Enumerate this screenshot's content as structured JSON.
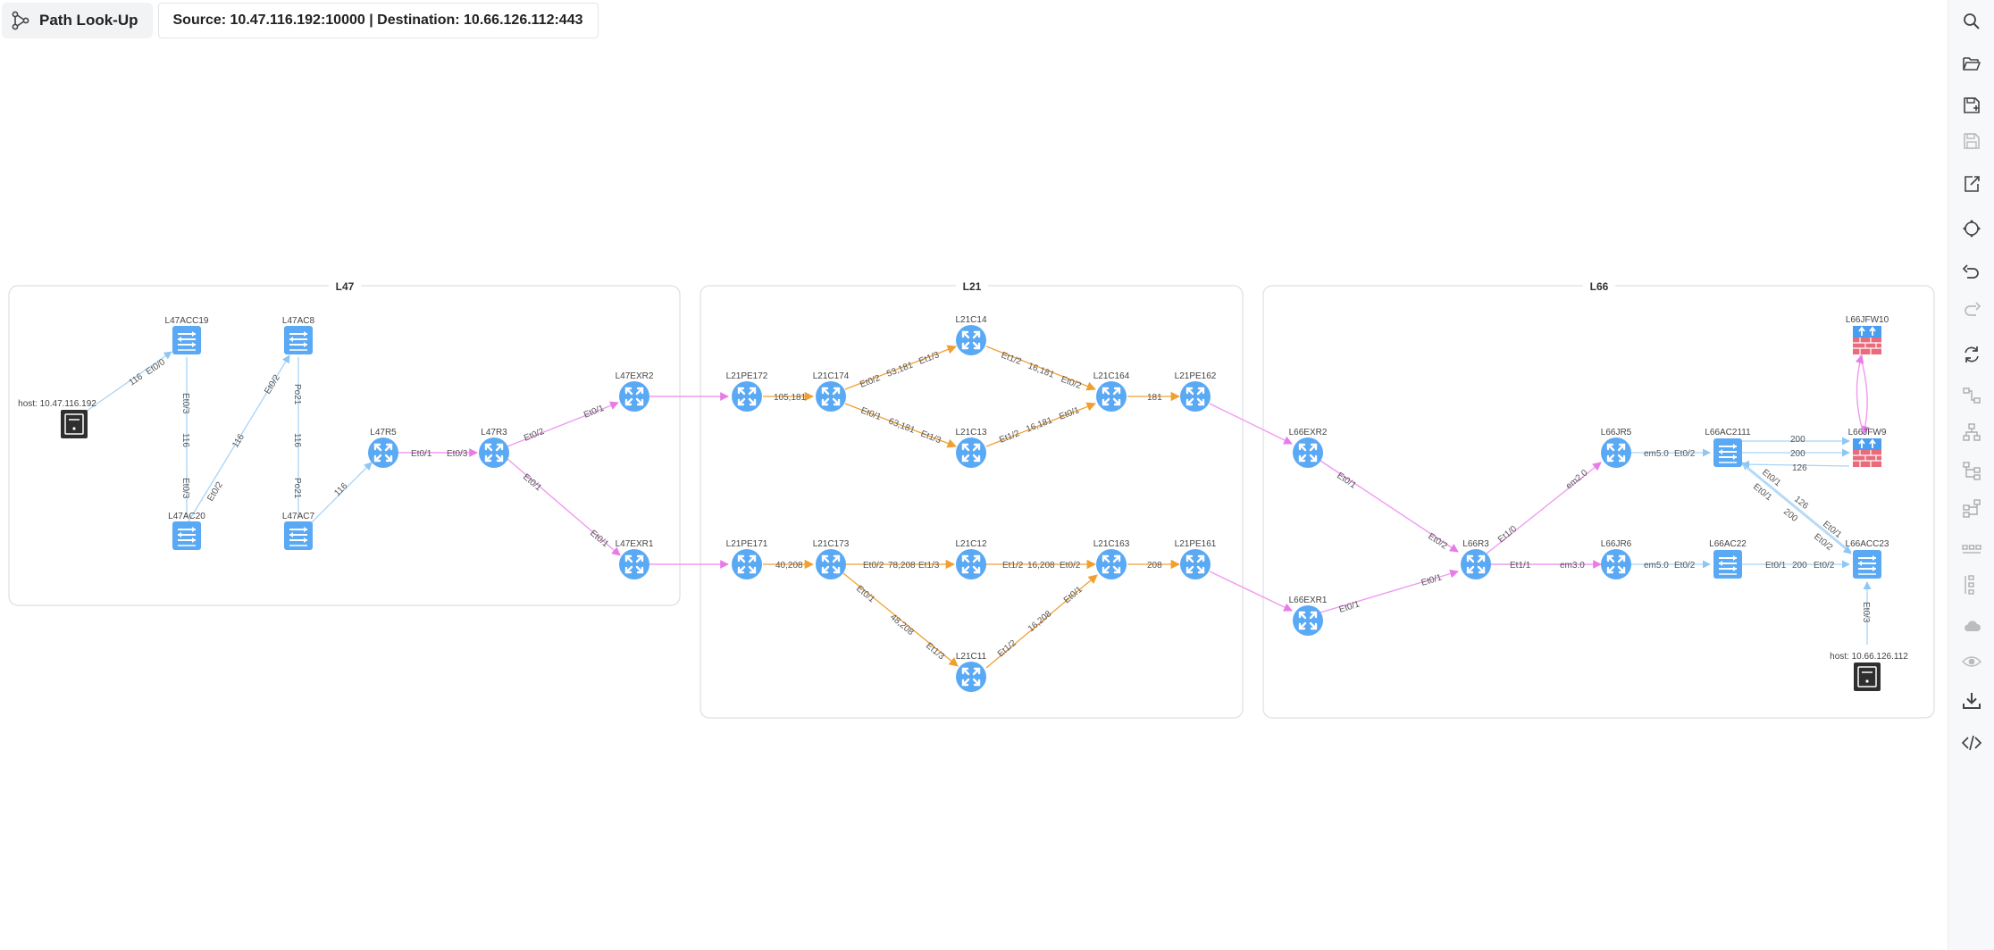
{
  "app": {
    "title": "Path Look-Up"
  },
  "path": {
    "summary": "Source: 10.47.116.192:10000 | Destination: 10.66.126.112:443"
  },
  "groups": [
    {
      "id": "L47",
      "label": "L47"
    },
    {
      "id": "L21",
      "label": "L21"
    },
    {
      "id": "L66",
      "label": "L66"
    }
  ],
  "nodes": {
    "L47ACC19": "L47ACC19",
    "L47AC8": "L47AC8",
    "host_src": "host: 10.47.116.192",
    "L47AC20": "L47AC20",
    "L47AC7": "L47AC7",
    "L47R5": "L47R5",
    "L47R3": "L47R3",
    "L47EXR2": "L47EXR2",
    "L47EXR1": "L47EXR1",
    "L21PE172": "L21PE172",
    "L21C174": "L21C174",
    "L21C14": "L21C14",
    "L21C13": "L21C13",
    "L21C164": "L21C164",
    "L21PE162": "L21PE162",
    "L21PE171": "L21PE171",
    "L21C173": "L21C173",
    "L21C12": "L21C12",
    "L21C163": "L21C163",
    "L21PE161": "L21PE161",
    "L21C11": "L21C11",
    "L66EXR2": "L66EXR2",
    "L66EXR1": "L66EXR1",
    "L66R3": "L66R3",
    "L66JR5": "L66JR5",
    "L66JR6": "L66JR6",
    "L66AC2111": "L66AC2111",
    "L66AC22": "L66AC22",
    "L66JFW10": "L66JFW10",
    "L66JFW9": "L66JFW9",
    "L66ACC23": "L66ACC23",
    "host_dst": "host: 10.66.126.112"
  },
  "edge_labels": {
    "e1a": "116",
    "e1b": "Et0/0",
    "e2a": "Et0/3",
    "e2b": "116",
    "e2c": "Et0/3",
    "e3a": "Et0/2",
    "e3b": "116",
    "e3c": "Et0/2",
    "e4a": "Po21",
    "e4b": "116",
    "e4c": "Po21",
    "e5": "116",
    "e6a": "Et0/1",
    "e6b": "Et0/3",
    "e7a": "Et0/2",
    "e7b": "Et0/1",
    "e8a": "Et0/1",
    "e8b": "Et0/1",
    "e9": "105,181",
    "e10a": "Et0/2",
    "e10b": "53,181",
    "e10c": "Et1/3",
    "e11a": "Et0/1",
    "e11b": "63,181",
    "e11c": "Et1/3",
    "e12a": "Et1/2",
    "e12b": "16,181",
    "e12c": "Et0/2",
    "e13a": "Et1/2",
    "e13b": "16,181",
    "e13c": "Et0/1",
    "e14": "181",
    "e15": "40,208",
    "e16a": "Et0/2",
    "e16b": "78,208",
    "e16c": "Et1/3",
    "e17a": "Et0/1",
    "e17b": "48,208",
    "e17c": "Et1/3",
    "e18a": "Et1/2",
    "e18b": "16,208",
    "e18c": "Et0/2",
    "e19a": "Et1/2",
    "e19b": "16,208",
    "e19c": "Et0/1",
    "e20": "208",
    "e21a": "Et0/1",
    "e21b": "Et0/2",
    "e22a": "Et0/1",
    "e22b": "Et0/1",
    "e23a": "Et1/0",
    "e23b": "em2.0",
    "e24a": "Et1/1",
    "e24b": "em3.0",
    "e25a": "em5.0",
    "e25b": "Et0/2",
    "e26a": "em5.0",
    "e26b": "Et0/2",
    "e27a": "200",
    "e27b": "200",
    "e27c": "126",
    "e28a": "Et0/1",
    "e28b": "200",
    "e28c": "Et0/2",
    "e29a": "Et0/1",
    "e29b": "200",
    "e29c": "Et0/2",
    "e30a": "Et0/1",
    "e30b": "126",
    "e30c": "Et0/1",
    "e31": "Et0/3"
  },
  "colors": {
    "router": "#5aa9f5",
    "switch": "#5aa9f5",
    "firewall_top": "#4a9ef0",
    "firewall_brick": "#e96b7c",
    "host": "#2f2f2f",
    "edge_l2": "#a8d4f7",
    "edge_pink": "#f09af0",
    "edge_orange": "#f0a030",
    "group_border": "#dcdfe4"
  },
  "toolbar": [
    "search-icon",
    "folder-open-icon",
    "save-as-icon",
    "save-icon",
    "export-icon",
    "fit-view-icon",
    "undo-icon",
    "redo-icon",
    "refresh-icon",
    "layout-1-icon",
    "layout-2-icon",
    "layout-3-icon",
    "layout-4-icon",
    "layout-5-icon",
    "layout-6-icon",
    "cloud-icon",
    "eye-icon",
    "download-icon",
    "code-icon"
  ]
}
